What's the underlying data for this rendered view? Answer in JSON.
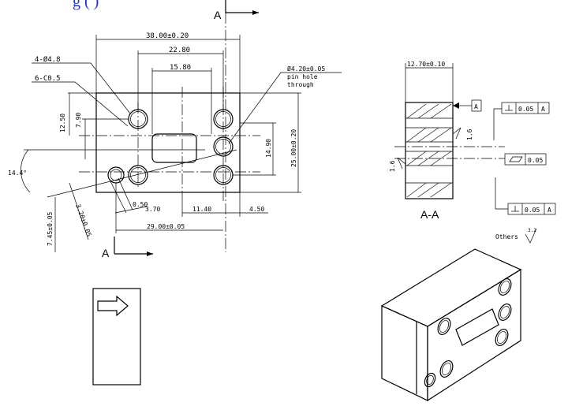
{
  "header": {
    "title_fragment": "g (            )"
  },
  "front_view": {
    "dims": {
      "width_overall": "38.00±0.20",
      "width_inner": "22.80",
      "slot_width": "15.80",
      "holes_spec": "4-Ø4.8",
      "chamfer_spec": "6-C0.5",
      "height_top": "12.50",
      "height_small": "7.90",
      "angle": "14.4°",
      "pin_hole_spec": "Ø4.20±0.05",
      "pin_hole_note_1": "pin hole",
      "pin_hole_note_2": "through",
      "height_inner": "14.90",
      "height_overall": "25.00±0.20",
      "offset_1": "7.45±0.05",
      "offset_2": "3.20±0.05",
      "small_1": "0.50",
      "small_2": "3.70",
      "offset_x": "11.40",
      "edge_x": "4.50",
      "width_pins": "29.00±0.05"
    },
    "section_label_top": "A",
    "section_label_bottom": "A"
  },
  "section_view": {
    "thickness": "12.70±0.10",
    "datum": "A",
    "roughness_1": "1.6",
    "roughness_2": "1.6",
    "tol_perp_top": "0.05",
    "tol_perp_top_ref": "A",
    "tol_flat": "0.05",
    "tol_perp_bottom": "0.05",
    "tol_perp_bottom_ref": "A",
    "label": "A-A",
    "others_label": "Others",
    "others_roughness": "3.2"
  },
  "orientation_box": {
    "icon": "right-arrow-icon"
  }
}
